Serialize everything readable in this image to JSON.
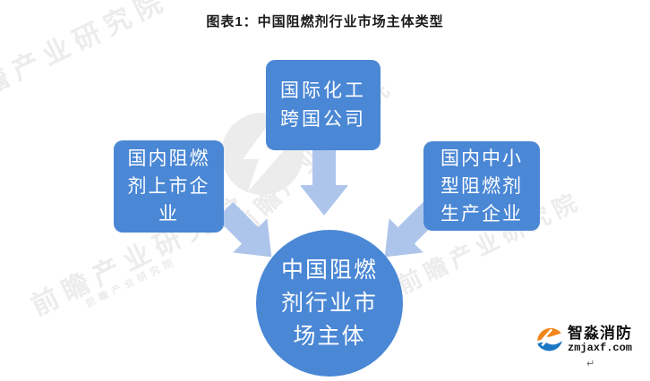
{
  "title": "图表1：中国阻燃剂行业市场主体类型",
  "colors": {
    "node_blue": "#4A87D5",
    "arrow_blue": "#AEC5EB",
    "title_text": "#1A1A1A",
    "watermark": "#ECECEC",
    "watermark_logo": "#E9E9E9",
    "logo_orange": "#F08519",
    "logo_blue": "#1C77C3"
  },
  "nodes": {
    "top": {
      "label": "国际化工跨国公司",
      "lines": [
        "国际化工",
        "跨国公司"
      ]
    },
    "left": {
      "label": "国内阻燃剂上市企业",
      "lines": [
        "国内阻燃",
        "剂上市企",
        "业"
      ]
    },
    "right": {
      "label": "国内中小型阻燃剂生产企业",
      "lines": [
        "国内中小",
        "型阻燃剂",
        "生产企业"
      ]
    },
    "center": {
      "label": "中国阻燃剂行业市场主体",
      "lines": [
        "中国阻燃",
        "剂行业市",
        "场主体"
      ]
    }
  },
  "watermark": {
    "text": "前瞻产业研究院"
  },
  "footer": {
    "brand": "智淼消防",
    "domain": "zmjaxf.com",
    "return_mark": "↵"
  }
}
